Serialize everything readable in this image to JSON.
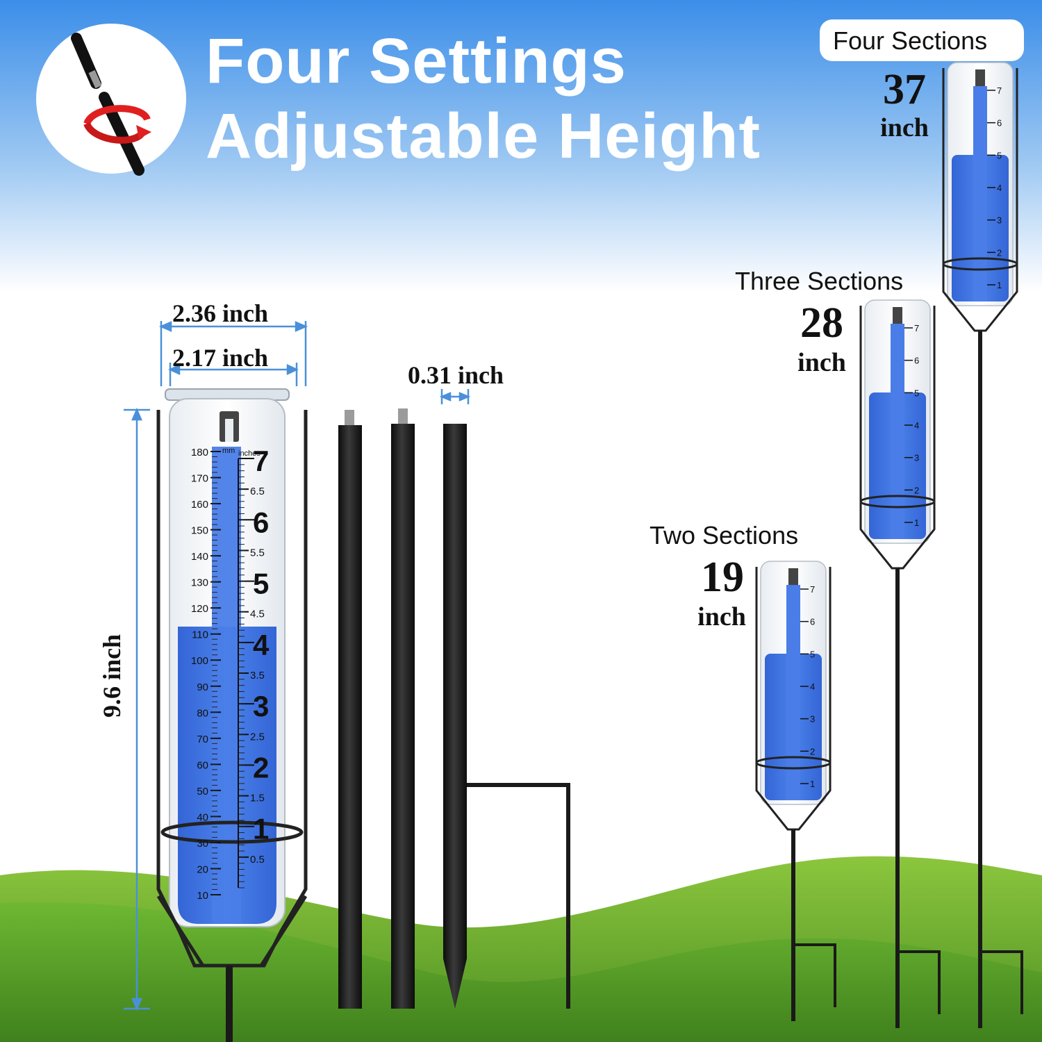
{
  "headline": {
    "line1": "Four Settings",
    "line2": "Adjustable Height"
  },
  "icons": {
    "twist": "twist-assembly-icon"
  },
  "dimensions": {
    "outer_diameter": "2.36 inch",
    "inner_diameter": "2.17 inch",
    "rod_diameter": "0.31 inch",
    "gauge_height": "9.6 inch"
  },
  "gauge_scale": {
    "mm_unit": "mm",
    "inch_unit": "inches",
    "mm_ticks": [
      "180",
      "170",
      "160",
      "150",
      "140",
      "130",
      "120",
      "110",
      "100",
      "90",
      "80",
      "70",
      "60",
      "50",
      "40",
      "30",
      "20",
      "10"
    ],
    "inch_ticks": [
      "7",
      "6.5",
      "6",
      "5.5",
      "5",
      "4.5",
      "4",
      "3.5",
      "3",
      "2.5",
      "2",
      "1.5",
      "1",
      "0.5"
    ],
    "water_level_fraction": 0.62
  },
  "configurations": [
    {
      "label": "Two Sections",
      "value": "19",
      "unit": "inch"
    },
    {
      "label": "Three Sections",
      "value": "28",
      "unit": "inch"
    },
    {
      "label": "Four Sections",
      "value": "37",
      "unit": "inch"
    }
  ],
  "colors": {
    "sky_top": "#3d8fe8",
    "water_blue": "#3a6fe0",
    "grass": "#5fa52a",
    "metal": "#1c1c1c",
    "dimension_line": "#4a90d9"
  }
}
